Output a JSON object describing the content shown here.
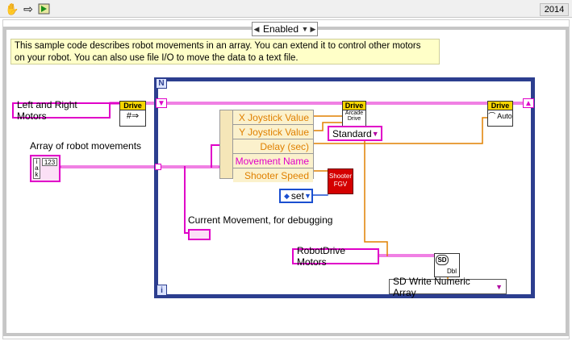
{
  "toolbar": {
    "icons": [
      "hand-icon",
      "run-arrow-icon",
      "highlight-execution-icon"
    ],
    "version": "2014"
  },
  "case": {
    "selected": "Enabled"
  },
  "comment": {
    "line1": "This sample code describes robot movements in an array. You can extend it to control other motors",
    "line2": "on your robot. You can also use file I/O to move the data to a text file."
  },
  "loop": {
    "count_label": "N",
    "iteration_label": "i"
  },
  "controls": {
    "motors": "Left and Right Motors",
    "array_label": "Array of robot movements",
    "array_index": "123",
    "debug_label": "Current Movement, for debugging",
    "robotdrive": "RobotDrive Motors"
  },
  "unbundle": {
    "rows": [
      "X Joystick Value",
      "Y Joystick Value",
      "Delay (sec)",
      "Movement Name",
      "Shooter Speed"
    ]
  },
  "vis": {
    "drive_left": "Drive",
    "drive_arcade": "Drive",
    "arcade_text": "Arcade Drive",
    "drive_right": "Drive",
    "auto_text": "Auto",
    "shooter_text": "Shooter FGV",
    "sd_text": "SD",
    "dbl_text": "Dbl"
  },
  "rings": {
    "standard": "Standard",
    "set": "set",
    "sd_write": "SD Write Numeric Array"
  },
  "colors": {
    "pink_wire": "#e000c8",
    "orange_wire": "#e08000",
    "loop_blue": "#2c3e8f",
    "vi_yellow": "#f7d500",
    "shooter_red": "#d40000"
  }
}
